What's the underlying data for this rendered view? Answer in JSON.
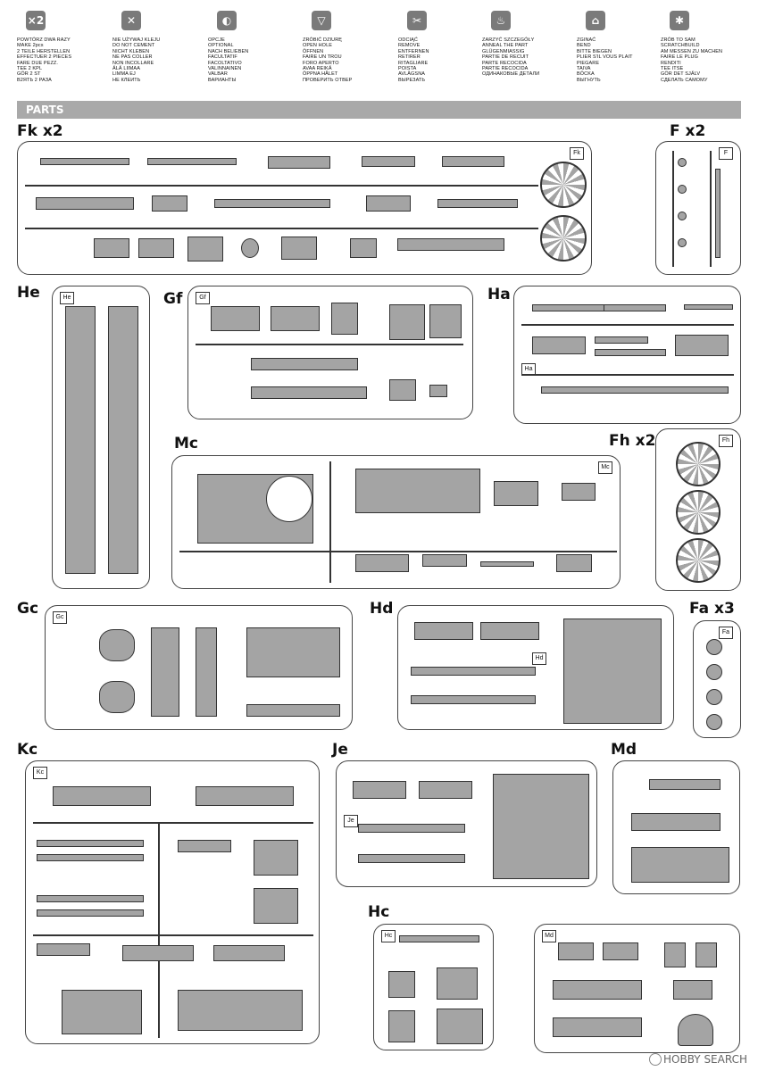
{
  "legend": [
    {
      "icon": "x2",
      "lines": [
        "POWTÓRZ DWA RAZY",
        "MAKE 2pcs",
        "2 TEILE HERSTELLEN",
        "EFFECTUER 2 PIECES",
        "FARE DUE PEZZ.",
        "TEE 2 KPL",
        "GÖR 2 ST",
        "В2ЯТЬ 2 РАЗА"
      ]
    },
    {
      "icon": "no-glue",
      "lines": [
        "NIE UŻYWAJ KLEJU",
        "DO NOT CEMENT",
        "NICHT KLEBEN",
        "NE PAS COLLER",
        "NON INCOLLARE",
        "ÄLÄ LIIMAA",
        "LIMMA EJ",
        "НЕ КЛЕИТЬ"
      ]
    },
    {
      "icon": "option",
      "lines": [
        "OPCJE",
        "OPTIONAL",
        "NACH BELIEBEN",
        "FACULTATIF",
        "FACOLTATIVO",
        "VALINNAINEN",
        "VALBAR",
        "ВАРИАНТЫ"
      ]
    },
    {
      "icon": "open-hole",
      "lines": [
        "ZRÓBIĆ DZIURĘ",
        "OPEN HOLE",
        "ÖFFNEN",
        "FAIRE UN TROU",
        "FORO APERTO",
        "AVAA REIKÄ",
        "ÖPPNA HÅLET",
        "ПРОВЕРИТЬ ОТВЕР"
      ]
    },
    {
      "icon": "remove",
      "lines": [
        "ODCIĄĆ",
        "REMOVE",
        "ENTFERNEN",
        "RETIRER",
        "RITAGLIARE",
        "POISTA",
        "AVLÄGSNA",
        "ВЫРЕЗАТЬ"
      ]
    },
    {
      "icon": "anneal",
      "lines": [
        "ZARZYĆ SZCZEGÓŁY",
        "ANNEAL THE PART",
        "GLÜGENMIASSIG",
        "PARTIE DE RECUIT",
        "PARTE RECOCIDA",
        "PARTIE RECOCIDA",
        "",
        "ОДИНАКОВЫЕ ДЕТАЛИ"
      ]
    },
    {
      "icon": "bend",
      "lines": [
        "ZGINAĆ",
        "BEND",
        "BITTE BIEGEN",
        "PLIER S'IL VOUS PLAIT",
        "PIEGARE",
        "TAIVA",
        "BÖCKA",
        "ВЫГНУТЬ"
      ]
    },
    {
      "icon": "scratchbuild",
      "lines": [
        "ZRÓB TO SAM",
        "SCRATCHBUILD",
        "AM MESSEN ZU MACHEN",
        "FAIRE LE PLUG",
        "RENDITI",
        "TEE ITSE",
        "GÖR DET SJÄLV",
        "СДЕЛАТЬ САМОМУ"
      ]
    }
  ],
  "section_title": "PARTS",
  "sprues": {
    "Fk": {
      "label": "Fk x2",
      "tag": "Fk"
    },
    "F": {
      "label": "F x2",
      "tag": "F"
    },
    "He": {
      "label": "He",
      "tag": "He"
    },
    "Gf": {
      "label": "Gf",
      "tag": "Gf"
    },
    "Ha": {
      "label": "Ha",
      "tag": "Ha"
    },
    "Mc": {
      "label": "Mc",
      "tag": "Mc"
    },
    "Fh": {
      "label": "Fh x2",
      "tag": "Fh"
    },
    "Gc": {
      "label": "Gc",
      "tag": "Gc"
    },
    "Hd": {
      "label": "Hd",
      "tag": "Hd"
    },
    "Fa": {
      "label": "Fa x3",
      "tag": "Fa"
    },
    "Kc": {
      "label": "Kc",
      "tag": "Kc"
    },
    "Je": {
      "label": "Je",
      "tag": "Je"
    },
    "Md": {
      "label": "Md",
      "tag": "Md"
    },
    "Hc": {
      "label": "Hc",
      "tag": "Hc"
    }
  },
  "watermark": "HOBBY SEARCH"
}
